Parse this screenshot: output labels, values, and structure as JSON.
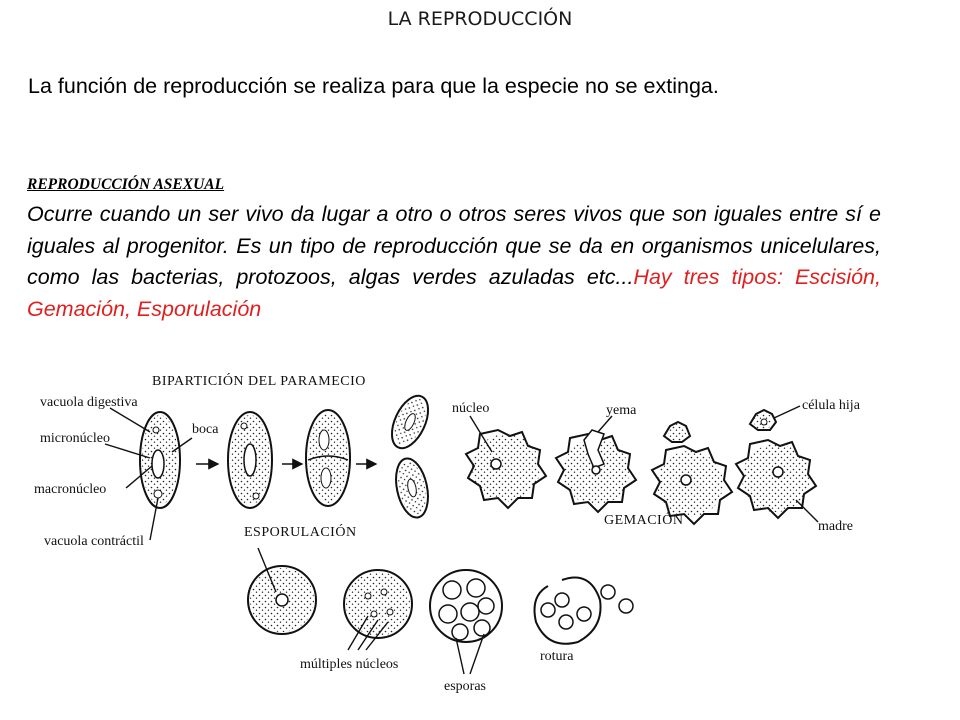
{
  "header": {
    "title": "LA REPRODUCCIÓN"
  },
  "intro": {
    "text": "La función de reproducción se realiza para que la especie no se extinga."
  },
  "section": {
    "heading": "REPRODUCCIÓN ASEXUAL",
    "body": "Ocurre cuando un ser vivo da lugar a otro o otros seres vivos que son iguales entre sí e iguales al progenitor. Es un tipo de reproducción que se da en organismos unicelulares, como las bacterias, protozoos, algas verdes azuladas etc...",
    "highlight": "Hay tres tipos: Escisión, Gemación, Esporulación"
  },
  "figure": {
    "biparticion": {
      "caption": "BIPARTICIÓN DEL PARAMECIO",
      "labels": [
        "vacuola digestiva",
        "micronúcleo",
        "macronúcleo",
        "vacuola contráctil",
        "boca"
      ]
    },
    "gemacion": {
      "caption": "GEMACIÓN",
      "labels": [
        "núcleo",
        "yema",
        "célula hija",
        "madre"
      ]
    },
    "esporulacion": {
      "caption": "ESPORULACIÓN",
      "labels": [
        "múltiples núcleos",
        "esporas",
        "rotura"
      ]
    }
  }
}
